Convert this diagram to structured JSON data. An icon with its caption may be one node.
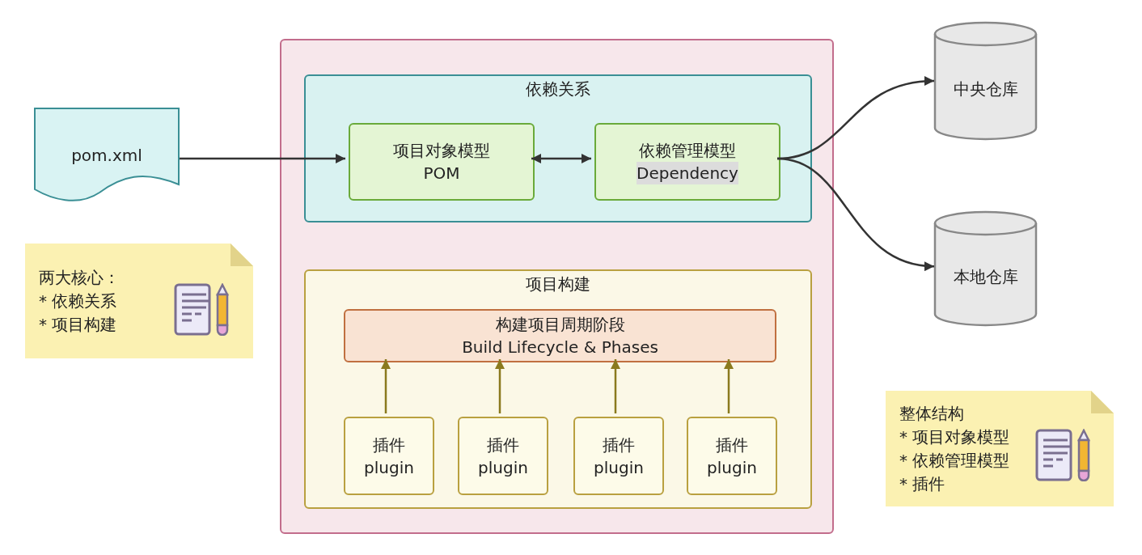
{
  "diagram": {
    "nodes": [
      {
        "text": [
          "pom.xml"
        ]
      },
      {
        "text": [],
        "shape": "box"
      },
      {
        "text": [
          "依赖关系"
        ],
        "in": 1
      },
      {
        "text": [
          "项目对象模型",
          "POM"
        ],
        "in": 2
      },
      {
        "text": [
          "依赖管理模型",
          "Dependency"
        ],
        "in": 2
      },
      {
        "text": [
          "项目构建"
        ],
        "in": 1
      },
      {
        "text": [
          "构建项目周期阶段",
          "Build Lifecycle & Phases"
        ],
        "in": 5
      },
      {
        "text": [
          "插件",
          "plugin"
        ],
        "in": 5
      },
      {
        "text": [
          "插件",
          "plugin"
        ],
        "in": 5
      },
      {
        "text": [
          "插件",
          "plugin"
        ],
        "in": 5
      },
      {
        "text": [
          "插件",
          "plugin"
        ],
        "in": 5
      },
      {
        "text": [
          "中央仓库"
        ]
      },
      {
        "text": [
          "本地仓库"
        ]
      },
      {
        "text": [
          "两大核心：",
          "* 依赖关系",
          "* 项目构建"
        ]
      },
      {
        "text": [
          "整体结构",
          "* 项目对象模型",
          "* 依赖管理模型",
          "* 插件"
        ]
      }
    ],
    "edges": [
      {
        "from": 0,
        "to": 3,
        "arrow": "to"
      },
      {
        "from": 3,
        "to": 4,
        "arrow": "both"
      },
      {
        "from": 4,
        "to": 11,
        "arrow": "to"
      },
      {
        "from": 4,
        "to": 12,
        "arrow": "to"
      },
      {
        "from": 7,
        "to": 6,
        "arrow": "to",
        "color": "#8a7a1e"
      },
      {
        "from": 8,
        "to": 6,
        "arrow": "to",
        "color": "#8a7a1e"
      },
      {
        "from": 9,
        "to": 6,
        "arrow": "to",
        "color": "#8a7a1e"
      },
      {
        "from": 10,
        "to": 6,
        "arrow": "to",
        "color": "#8a7a1e"
      }
    ]
  }
}
